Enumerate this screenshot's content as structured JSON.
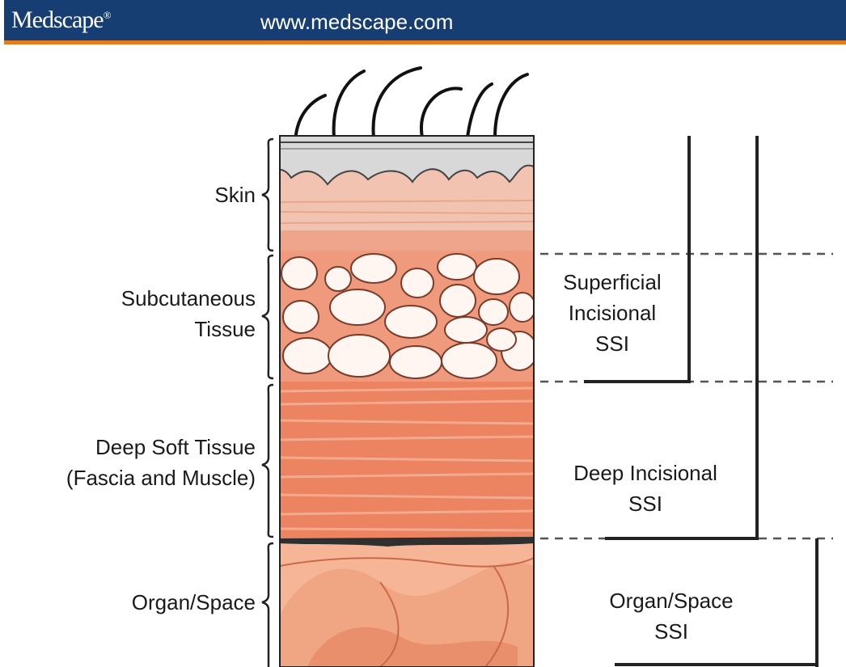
{
  "header": {
    "logo_text": "Medscape",
    "logo_mark": "®",
    "url": "www.medscape.com",
    "colors": {
      "bar": "#173e73",
      "rule": "#e77c1f"
    }
  },
  "layers": [
    {
      "key": "skin",
      "label_lines": [
        "Skin"
      ]
    },
    {
      "key": "subcutaneous",
      "label_lines": [
        "Subcutaneous",
        "Tissue"
      ]
    },
    {
      "key": "deep",
      "label_lines": [
        "Deep Soft Tissue",
        "(Fascia and Muscle)"
      ]
    },
    {
      "key": "organ",
      "label_lines": [
        "Organ/Space"
      ]
    }
  ],
  "ssi_categories": [
    {
      "key": "superficial",
      "label_lines": [
        "Superficial",
        "Incisional",
        "SSI"
      ]
    },
    {
      "key": "deep",
      "label_lines": [
        "Deep Incisional",
        "SSI"
      ]
    },
    {
      "key": "organ",
      "label_lines": [
        "Organ/Space",
        "SSI"
      ]
    }
  ],
  "colors": {
    "skin_top": "#d8d8d8",
    "dermis": "#f2c3b0",
    "fat_bg": "#ef9a7c",
    "fat_cell": "#fff6f2",
    "muscle": "#ec8462",
    "muscle_stripe": "#f6b49a",
    "organ": "#f5b596",
    "organ_dark": "#e0825f",
    "line": "#3a3a3a"
  }
}
